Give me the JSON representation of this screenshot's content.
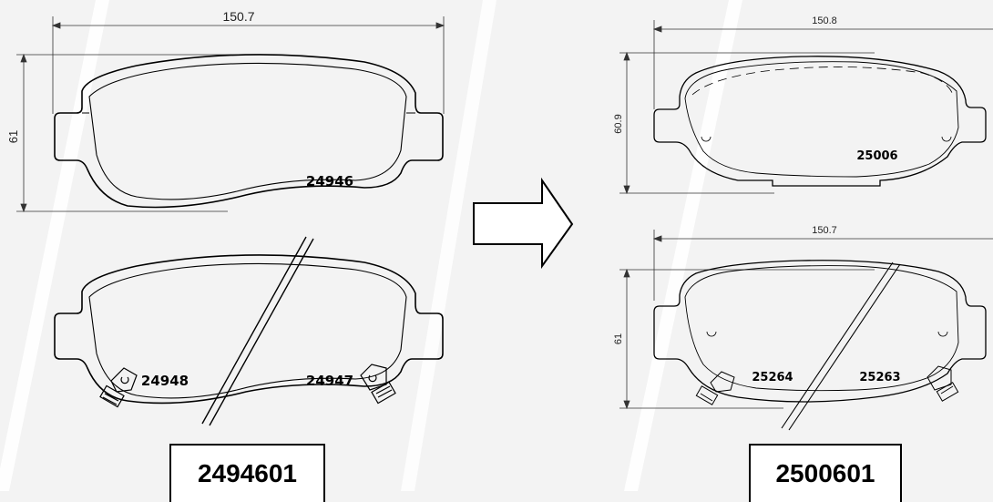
{
  "left": {
    "top_pad": {
      "width_dim": "150.7",
      "height_dim": "61",
      "code": "24946"
    },
    "bottom_pad": {
      "code_left": "24948",
      "code_right": "24947"
    },
    "part_number": "2494601"
  },
  "right": {
    "top_pad": {
      "width_dim": "150.8",
      "height_dim": "60.9",
      "code": "25006"
    },
    "bottom_pad": {
      "width_dim": "150.7",
      "height_dim": "61",
      "code_left": "25264",
      "code_right": "25263"
    },
    "part_number": "2500601"
  },
  "colors": {
    "background": "#f3f3f3",
    "stripe": "#ffffff",
    "line": "#000000",
    "box_fill": "#ffffff"
  },
  "icons": {
    "arrow": "right-arrow-icon"
  }
}
